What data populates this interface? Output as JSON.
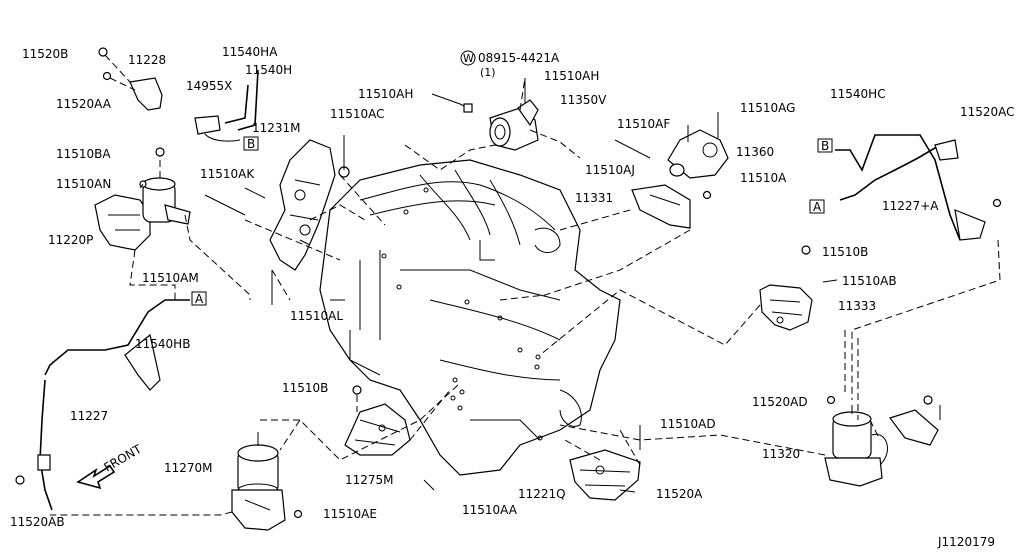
{
  "diagram_id": "J1120179",
  "direction_label": "FRONT",
  "special_part": {
    "code": "08915-4421A",
    "qty": "(1)",
    "badge": "W"
  },
  "labels": [
    "11520B",
    "11228",
    "11520AA",
    "11540HA",
    "11540H",
    "14955X",
    "11510AH",
    "11510AH",
    "11350V",
    "11510AC",
    "11231M",
    "11510BA",
    "11510AN",
    "11220P",
    "11510AK",
    "11510AM",
    "11510AF",
    "11510AG",
    "11510AJ",
    "11360",
    "11331",
    "11510A",
    "11540HC",
    "11520AC",
    "11227+A",
    "11510B",
    "11510AB",
    "11333",
    "11540HB",
    "11510AL",
    "11227",
    "11270M",
    "11520AB",
    "11510AE",
    "11510B",
    "11275M",
    "11510AA",
    "11510AD",
    "11221Q",
    "11520A",
    "11520AD",
    "11320"
  ],
  "ref_boxes": [
    "B",
    "A",
    "A",
    "B"
  ]
}
